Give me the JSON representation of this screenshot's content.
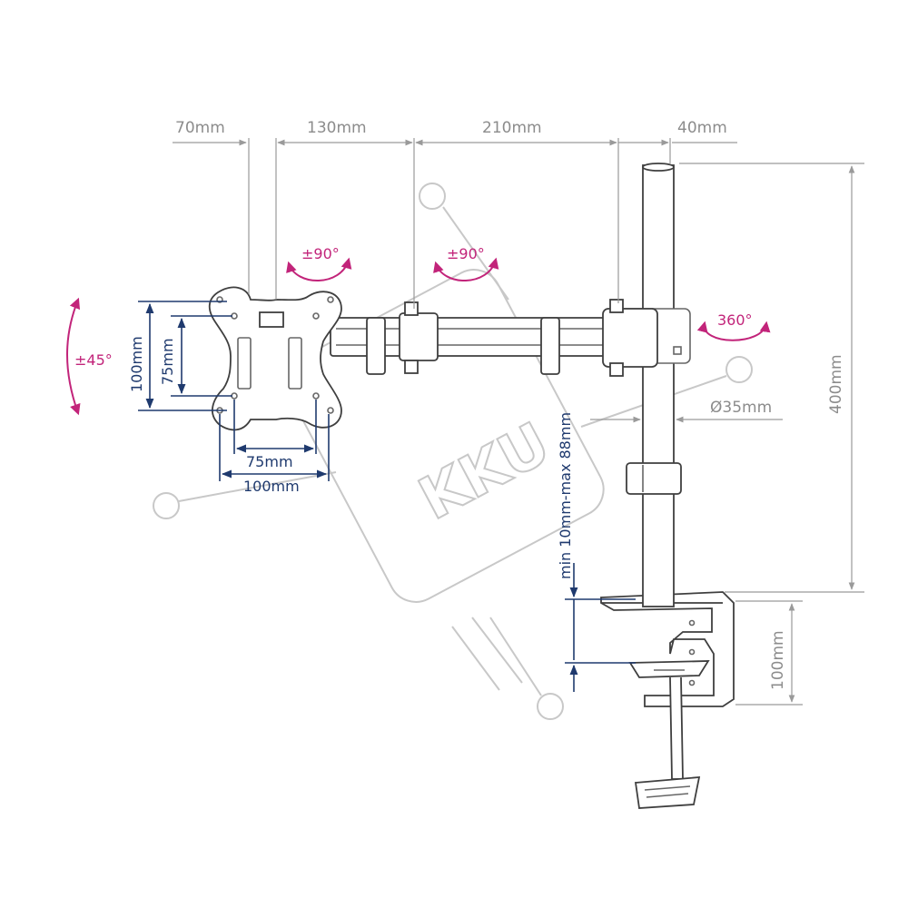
{
  "dimensions": {
    "vesa_offset": "70mm",
    "arm_segment_1": "130mm",
    "arm_segment_2": "210mm",
    "pole_offset": "40mm",
    "pole_height": "400mm",
    "pole_diameter": "Ø35mm",
    "clamp_depth": "100mm",
    "desk_thickness": "min 10mm-max 88mm",
    "vesa_h_small": "75mm",
    "vesa_h_large": "100mm",
    "vesa_v_small": "75mm",
    "vesa_v_large": "100mm"
  },
  "rotations": {
    "tilt": "±45°",
    "swivel_head": "±90°",
    "swivel_arm": "±90°",
    "pole_rotation": "360°"
  },
  "watermark": "KKU",
  "colors": {
    "dimension_gray": "#8c8c8c",
    "dimension_blue": "#1f3a6e",
    "rotation_magenta": "#c2247a",
    "watermark_gray": "#c8c8c8"
  }
}
